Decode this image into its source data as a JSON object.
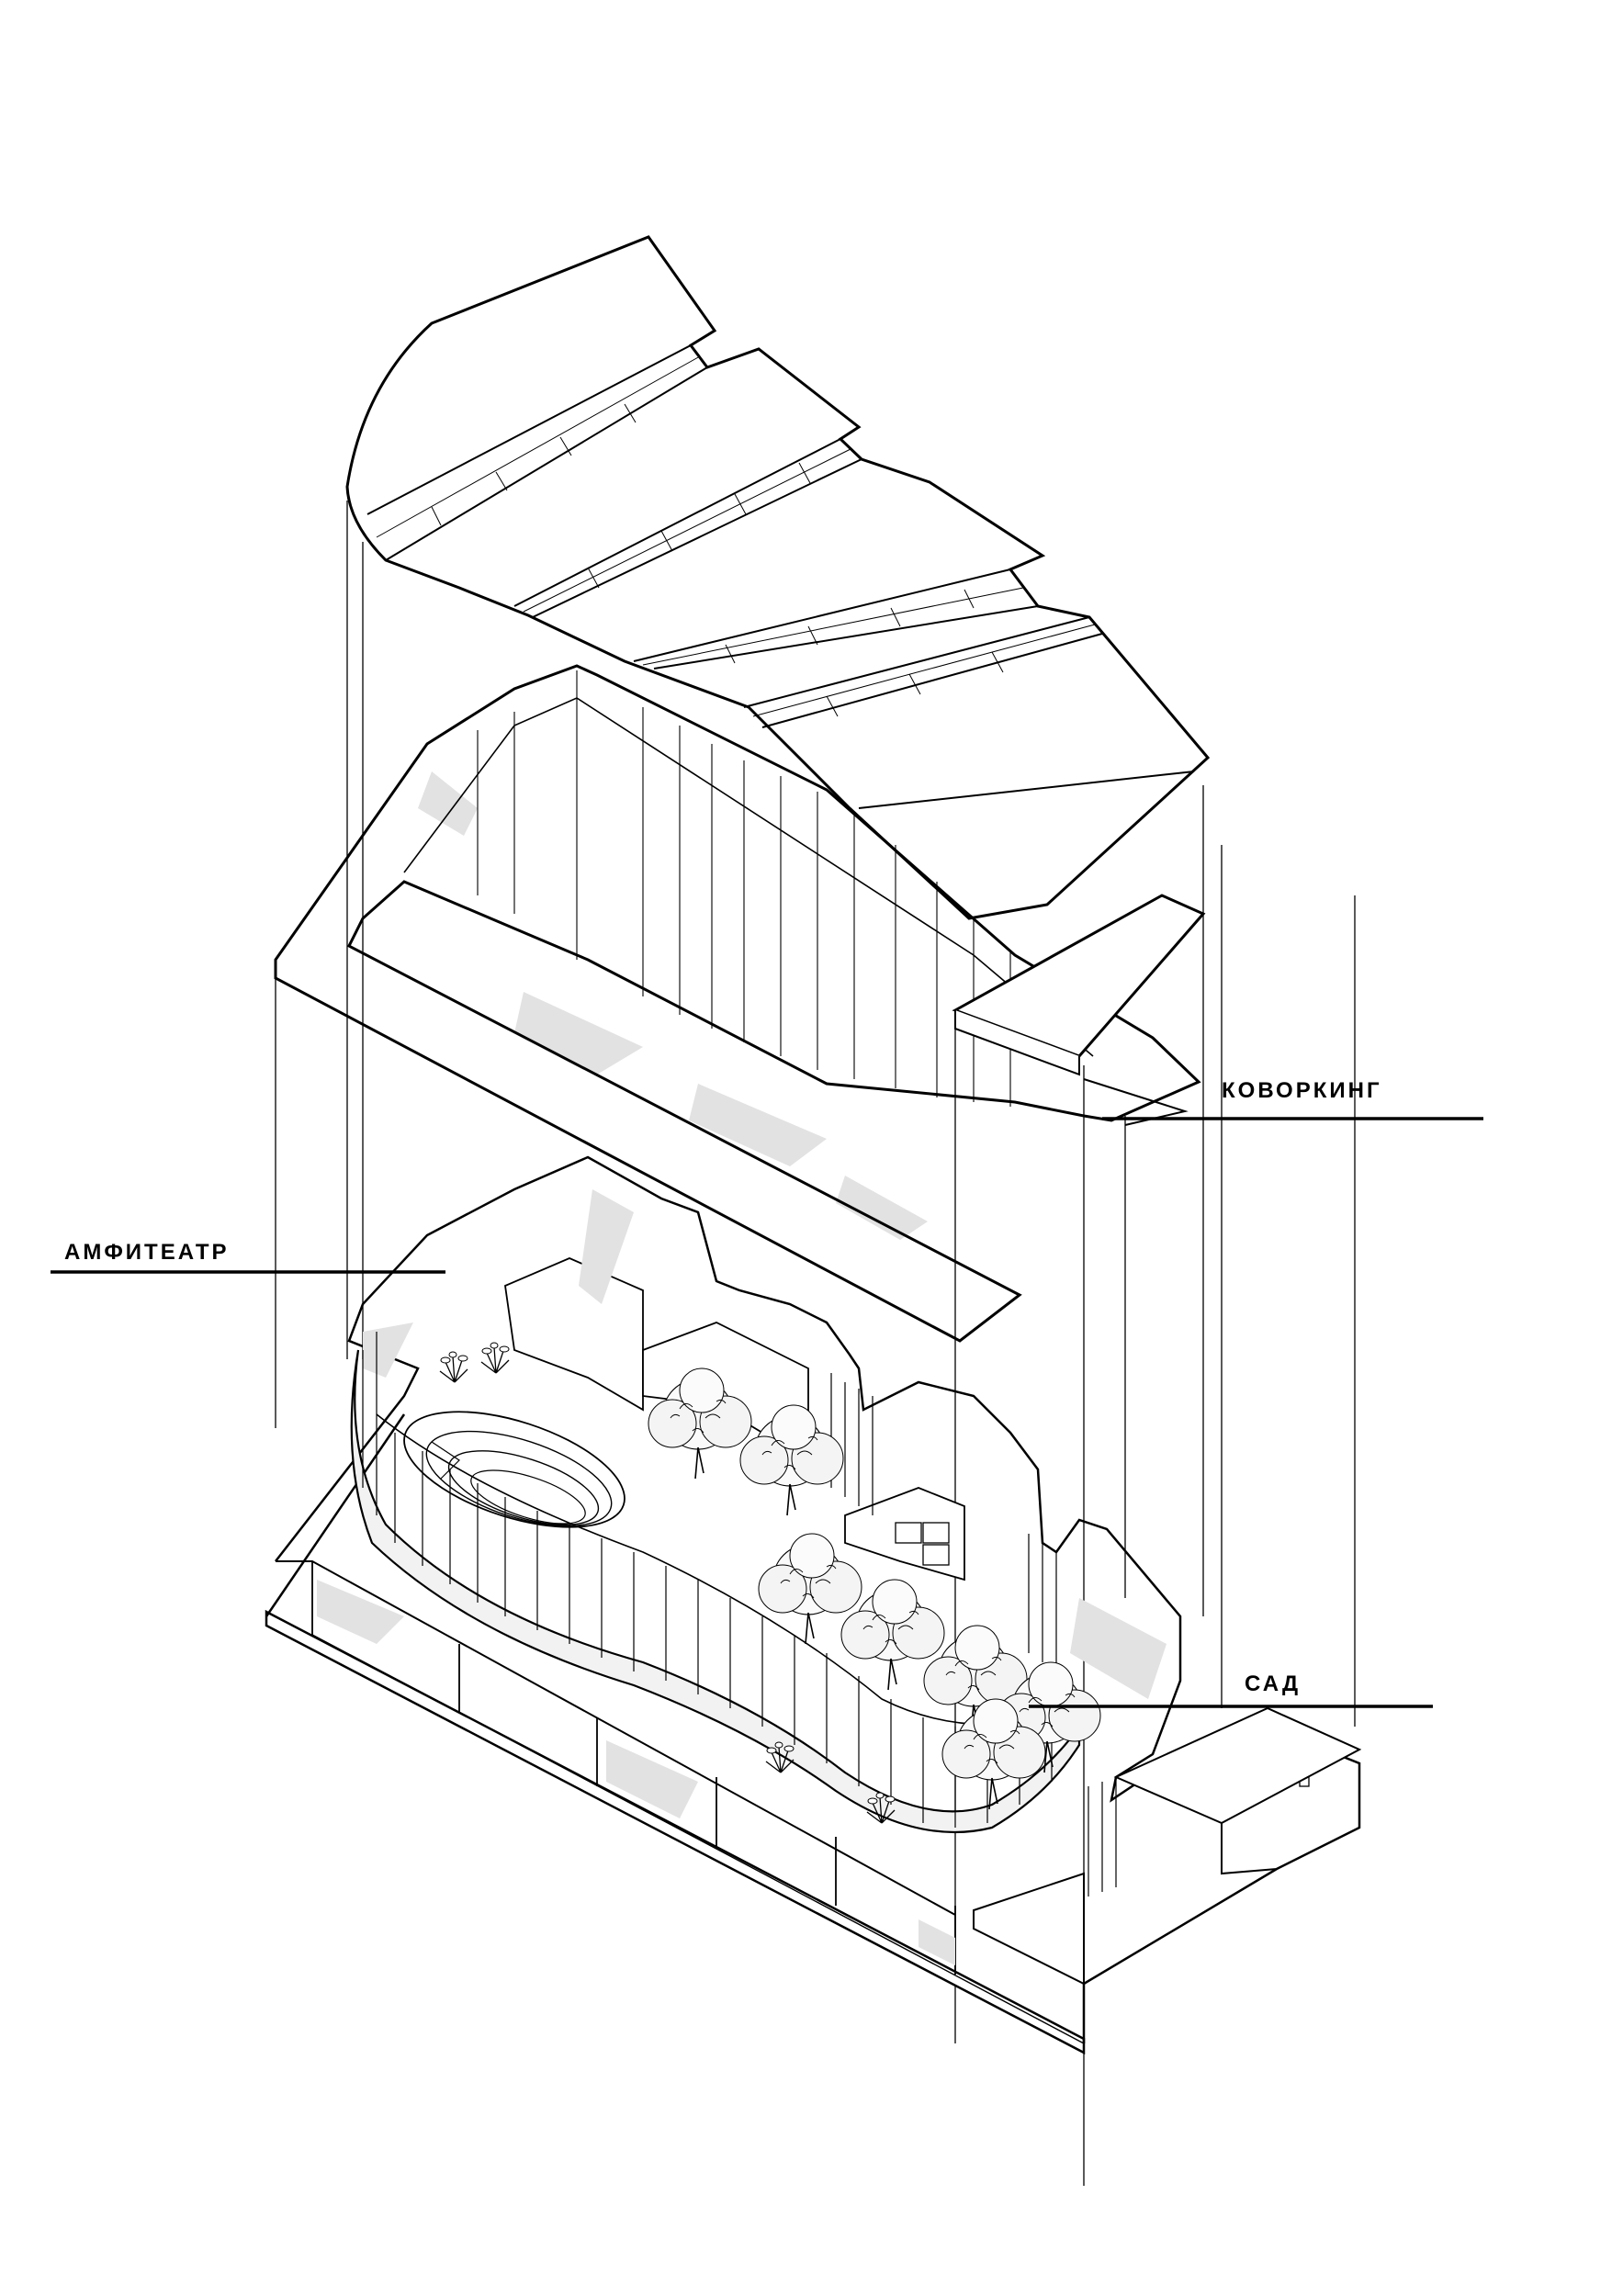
{
  "colors": {
    "background": "#ffffff",
    "line": "#000000",
    "shadow": "#e2e2e2",
    "glass": "#f2f2f2"
  },
  "labels": {
    "coworking": "КОВОРКИНГ",
    "amphitheatre": "АМФИТЕАТР",
    "garden": "САД"
  },
  "icons": {
    "tree": "tree-canopy-icon",
    "plant": "potted-plant-icon"
  }
}
